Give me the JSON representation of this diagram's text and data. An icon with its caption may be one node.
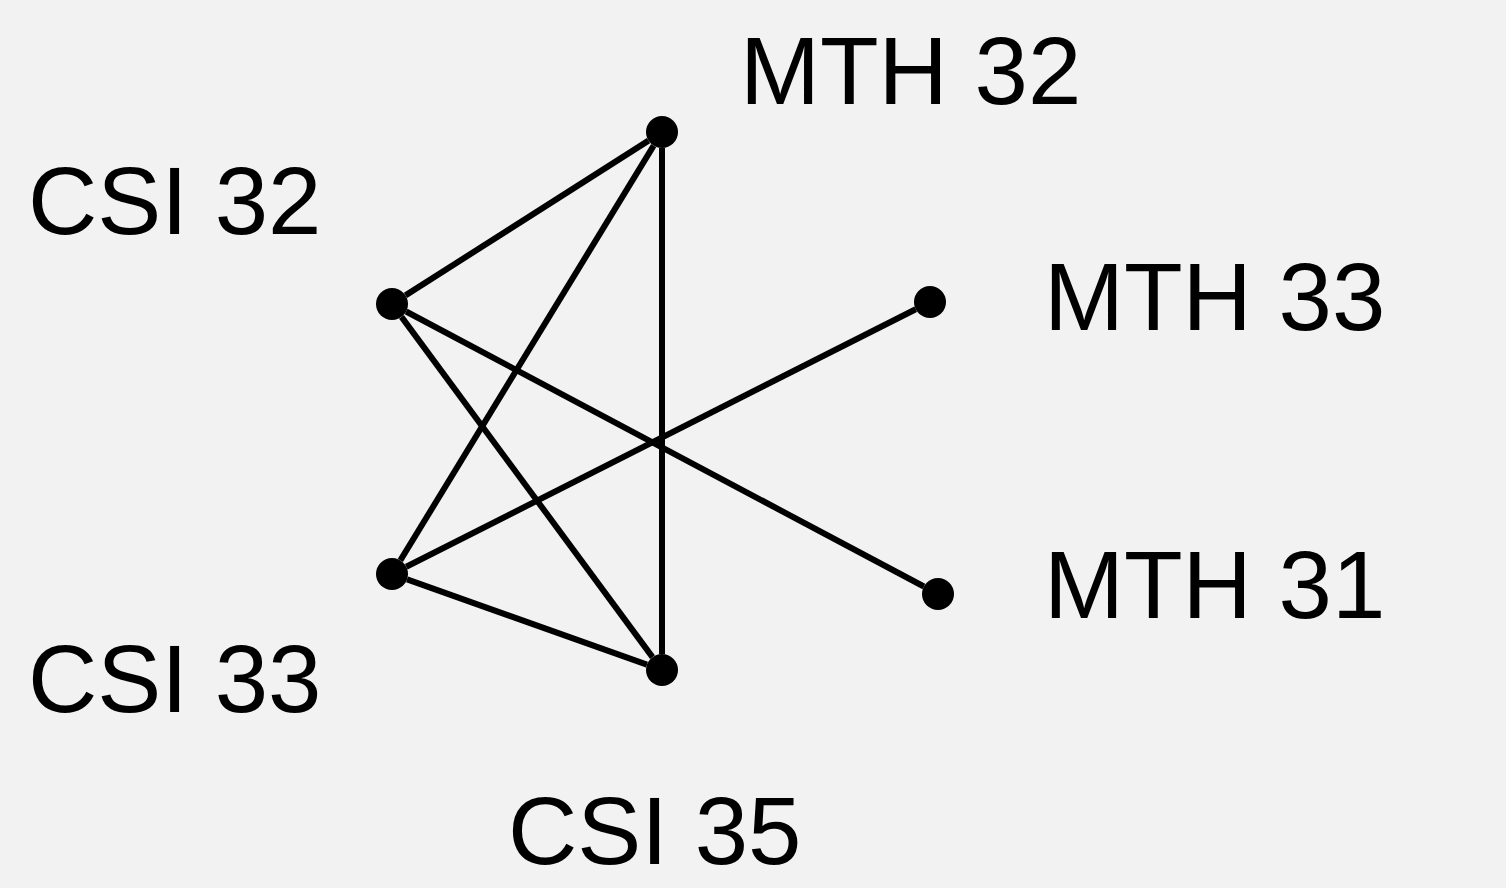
{
  "diagram": {
    "nodes": [
      {
        "text": [],
        "shape": "circle",
        "beside": [
          "MTH 32"
        ]
      },
      {
        "text": [],
        "shape": "circle",
        "beside": [
          "CSI 32"
        ]
      },
      {
        "text": [],
        "shape": "circle",
        "beside": [
          "MTH 33"
        ]
      },
      {
        "text": [],
        "shape": "circle",
        "beside": [
          "MTH 31"
        ]
      },
      {
        "text": [],
        "shape": "circle",
        "beside": [
          "CSI 33"
        ]
      },
      {
        "text": [],
        "shape": "circle",
        "beside": [
          "CSI 35"
        ]
      }
    ],
    "edges": [
      {
        "from": 1,
        "to": 0,
        "arrow": "none"
      },
      {
        "from": 1,
        "to": 3,
        "arrow": "none"
      },
      {
        "from": 1,
        "to": 5,
        "arrow": "none"
      },
      {
        "from": 4,
        "to": 0,
        "arrow": "none"
      },
      {
        "from": 4,
        "to": 2,
        "arrow": "none"
      },
      {
        "from": 4,
        "to": 5,
        "arrow": "none"
      },
      {
        "from": 0,
        "to": 5,
        "arrow": "none"
      }
    ]
  }
}
